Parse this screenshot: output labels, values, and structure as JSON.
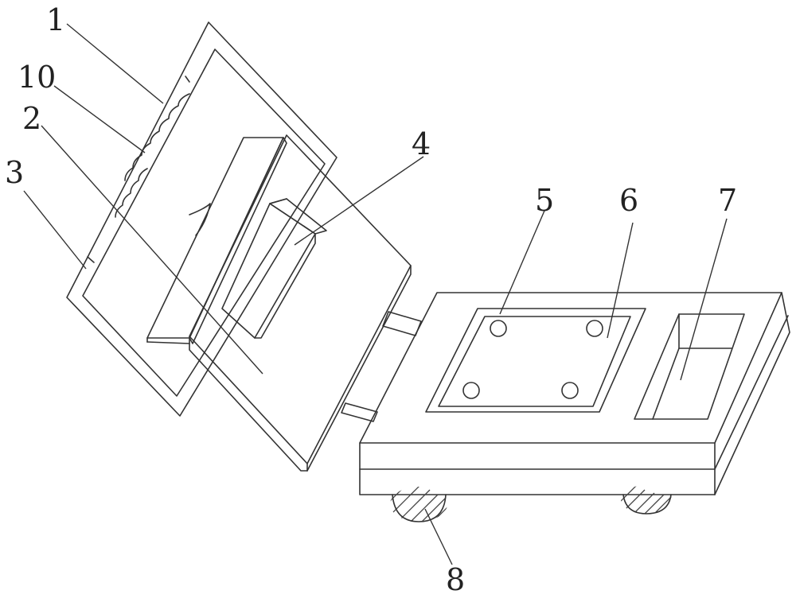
{
  "labels": {
    "l1": "1",
    "l10": "10",
    "l2": "2",
    "l3": "3",
    "l4": "4",
    "l5": "5",
    "l6": "6",
    "l7": "7",
    "l8": "8"
  }
}
